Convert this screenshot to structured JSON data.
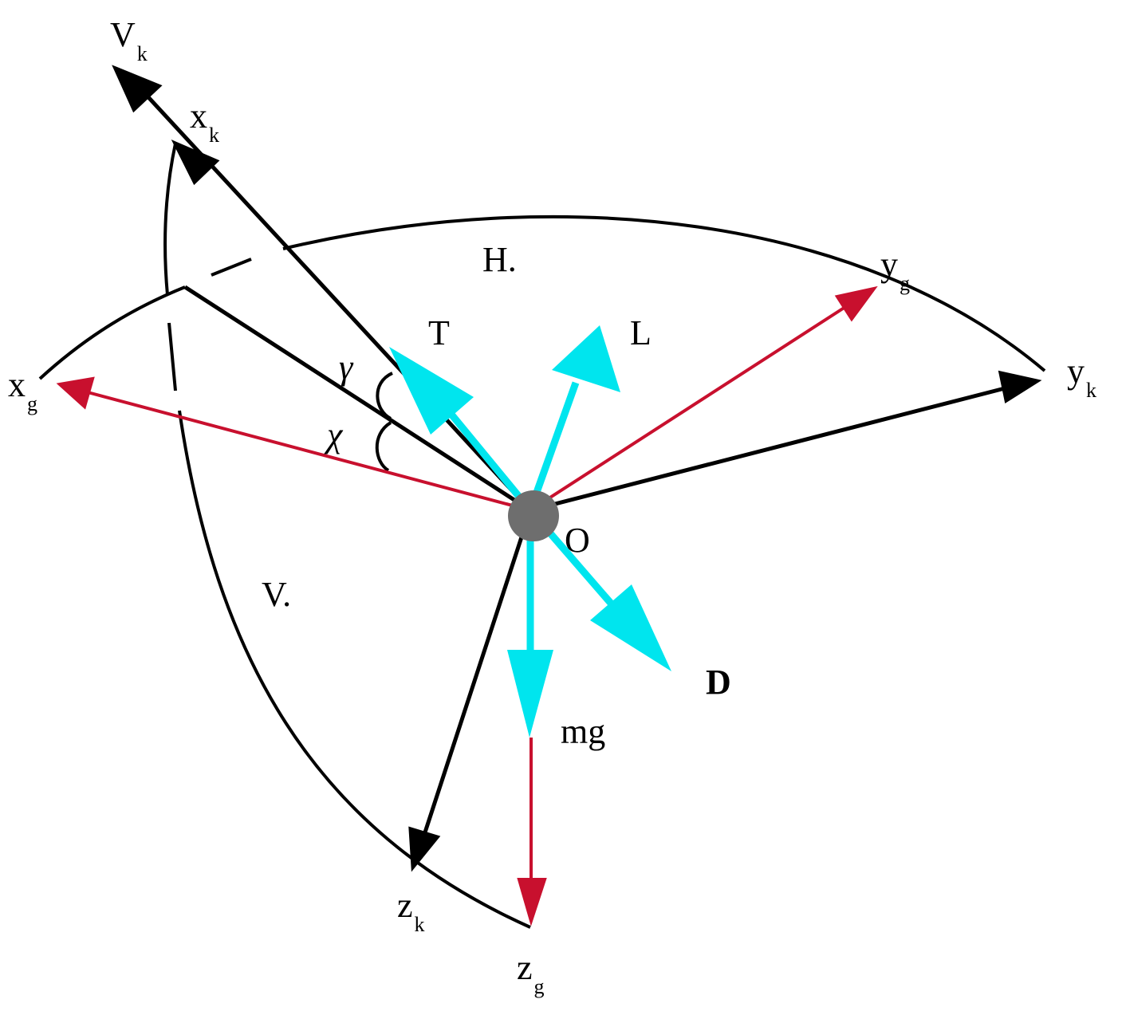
{
  "colors": {
    "black_axis": "#000000",
    "red_axis": "#c8102e",
    "force": "#00e5ee",
    "origin_point": "#6e6e6e",
    "background": "#ffffff"
  },
  "labels": {
    "Vk": {
      "main": "V",
      "sub": "k"
    },
    "xk": {
      "main": "x",
      "sub": "k"
    },
    "xg": {
      "main": "x",
      "sub": "g"
    },
    "yg": {
      "main": "y",
      "sub": "g"
    },
    "yk": {
      "main": "y",
      "sub": "k"
    },
    "zk": {
      "main": "z",
      "sub": "k"
    },
    "zg": {
      "main": "z",
      "sub": "g"
    },
    "H": "H.",
    "V": "V.",
    "T": "T",
    "L": "L",
    "D": "D",
    "mg": "mg",
    "O": "O",
    "gamma": "γ",
    "chi": "χ"
  }
}
